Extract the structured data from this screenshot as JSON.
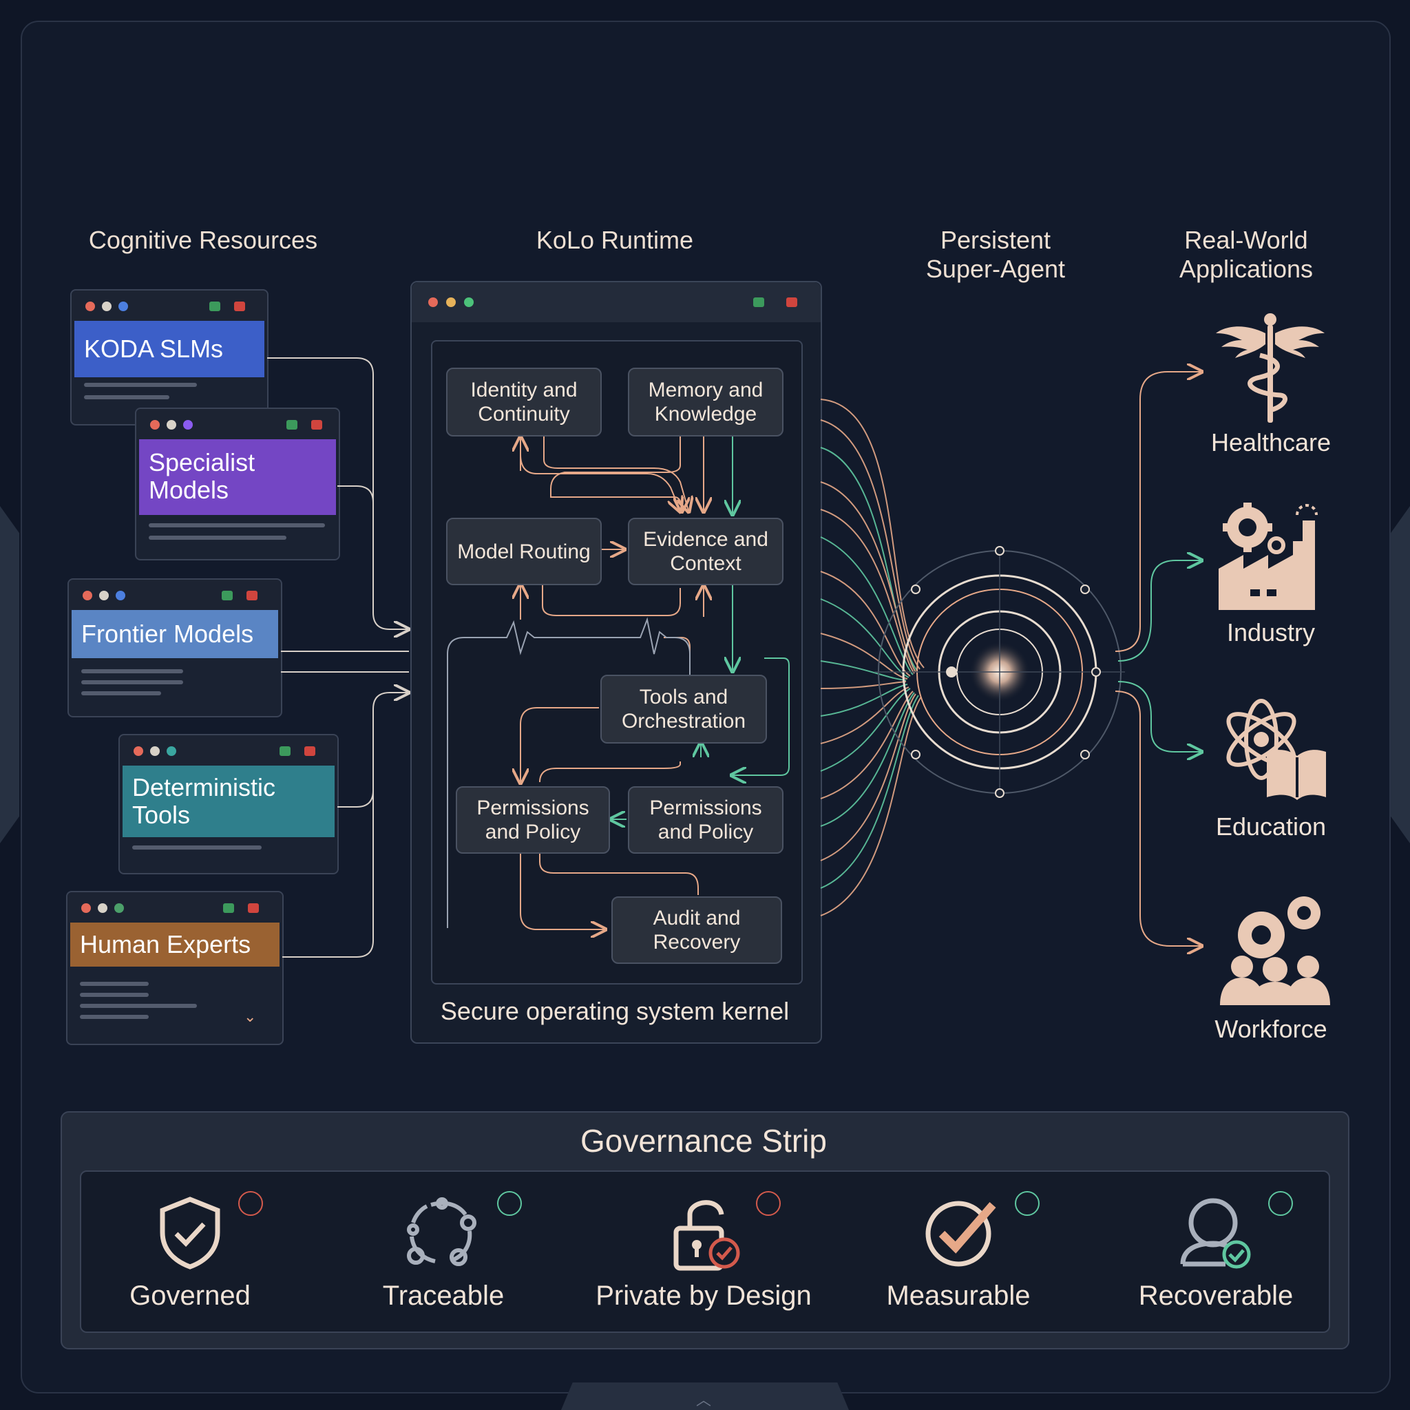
{
  "columns": {
    "resources": "Cognitive Resources",
    "runtime": "KoLo Runtime",
    "agent": "Persistent\nSuper-Agent",
    "apps": "Real-World Applications"
  },
  "resources": [
    {
      "label": "KODA SLMs",
      "color": "#3c5fc8"
    },
    {
      "label": "Specialist\nModels",
      "color": "#7446c4"
    },
    {
      "label": "Frontier Models",
      "color": "#5a85c4"
    },
    {
      "label": "Deterministic\nTools",
      "color": "#2f7f8c"
    },
    {
      "label": "Human Experts",
      "color": "#9a6232"
    }
  ],
  "runtime": {
    "nodes": {
      "identity": "Identity and\nContinuity",
      "memory": "Memory and\nKnowledge",
      "routing": "Model Routing",
      "evidence": "Evidence and\nContext",
      "tools": "Tools and\nOrchestration",
      "perm_left": "Permissions\nand Policy",
      "perm_right": "Permissions\nand Policy",
      "audit": "Audit and\nRecovery"
    },
    "kernel_label": "Secure operating system kernel"
  },
  "apps": [
    {
      "label": "Healthcare",
      "icon": "caduceus-icon"
    },
    {
      "label": "Industry",
      "icon": "factory-gear-icon"
    },
    {
      "label": "Education",
      "icon": "atom-book-icon"
    },
    {
      "label": "Workforce",
      "icon": "team-gears-icon"
    }
  ],
  "governance": {
    "title": "Governance Strip",
    "items": [
      {
        "label": "Governed",
        "icon": "shield-check-icon"
      },
      {
        "label": "Traceable",
        "icon": "cycle-nodes-icon"
      },
      {
        "label": "Private by Design",
        "icon": "open-lock-icon"
      },
      {
        "label": "Measurable",
        "icon": "check-circle-icon"
      },
      {
        "label": "Recoverable",
        "icon": "user-check-icon"
      }
    ]
  },
  "colors": {
    "accent_copper": "#e6a888",
    "accent_green": "#5fc7a0",
    "background": "#121a2b"
  }
}
